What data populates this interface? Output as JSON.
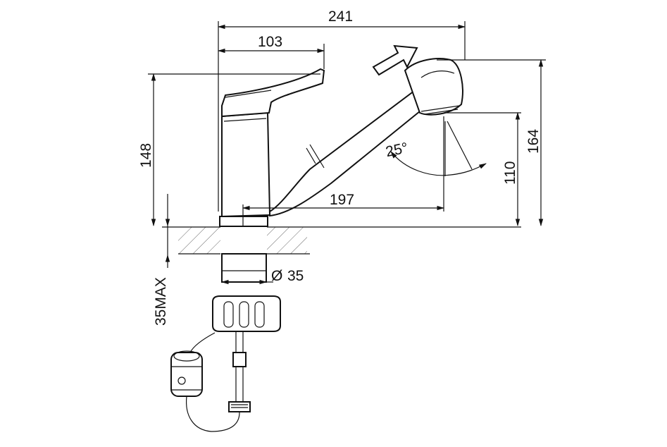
{
  "dimensions": {
    "overall_width": "241",
    "handle_reach": "103",
    "height_148": "148",
    "height_164": "164",
    "spout_reach": "197",
    "spray_height": "110",
    "angle": "25°",
    "diameter_symbol": "Ø",
    "diameter": "35",
    "max_thickness": "35MAX"
  }
}
